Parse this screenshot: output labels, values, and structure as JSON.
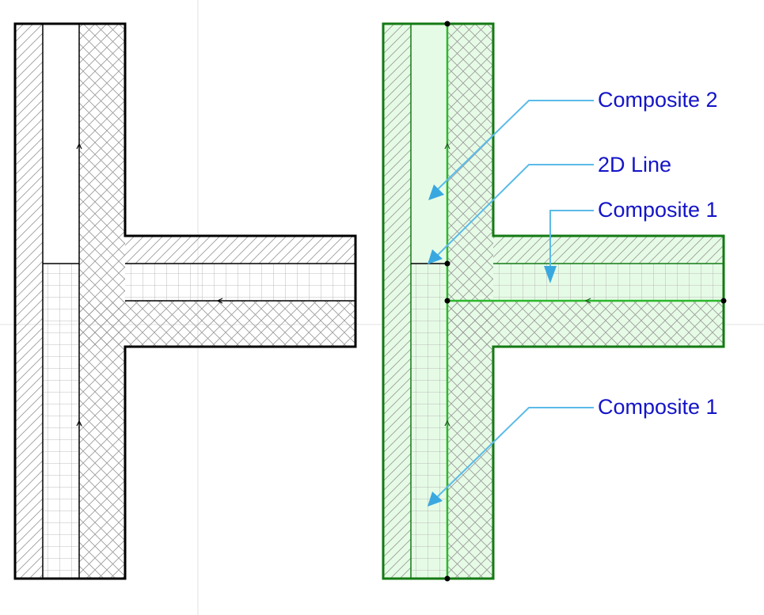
{
  "labels": {
    "composite_2": "Composite 2",
    "line_2d": "2D Line",
    "composite_1_branch": "Composite 1",
    "composite_1_main": "Composite 1"
  },
  "colors": {
    "label_text": "#1414c8",
    "leader": "#5bbbe8",
    "selected_fill": "#e6fbe6",
    "selected_stroke": "#137a13",
    "reference_line": "#2db82d"
  }
}
